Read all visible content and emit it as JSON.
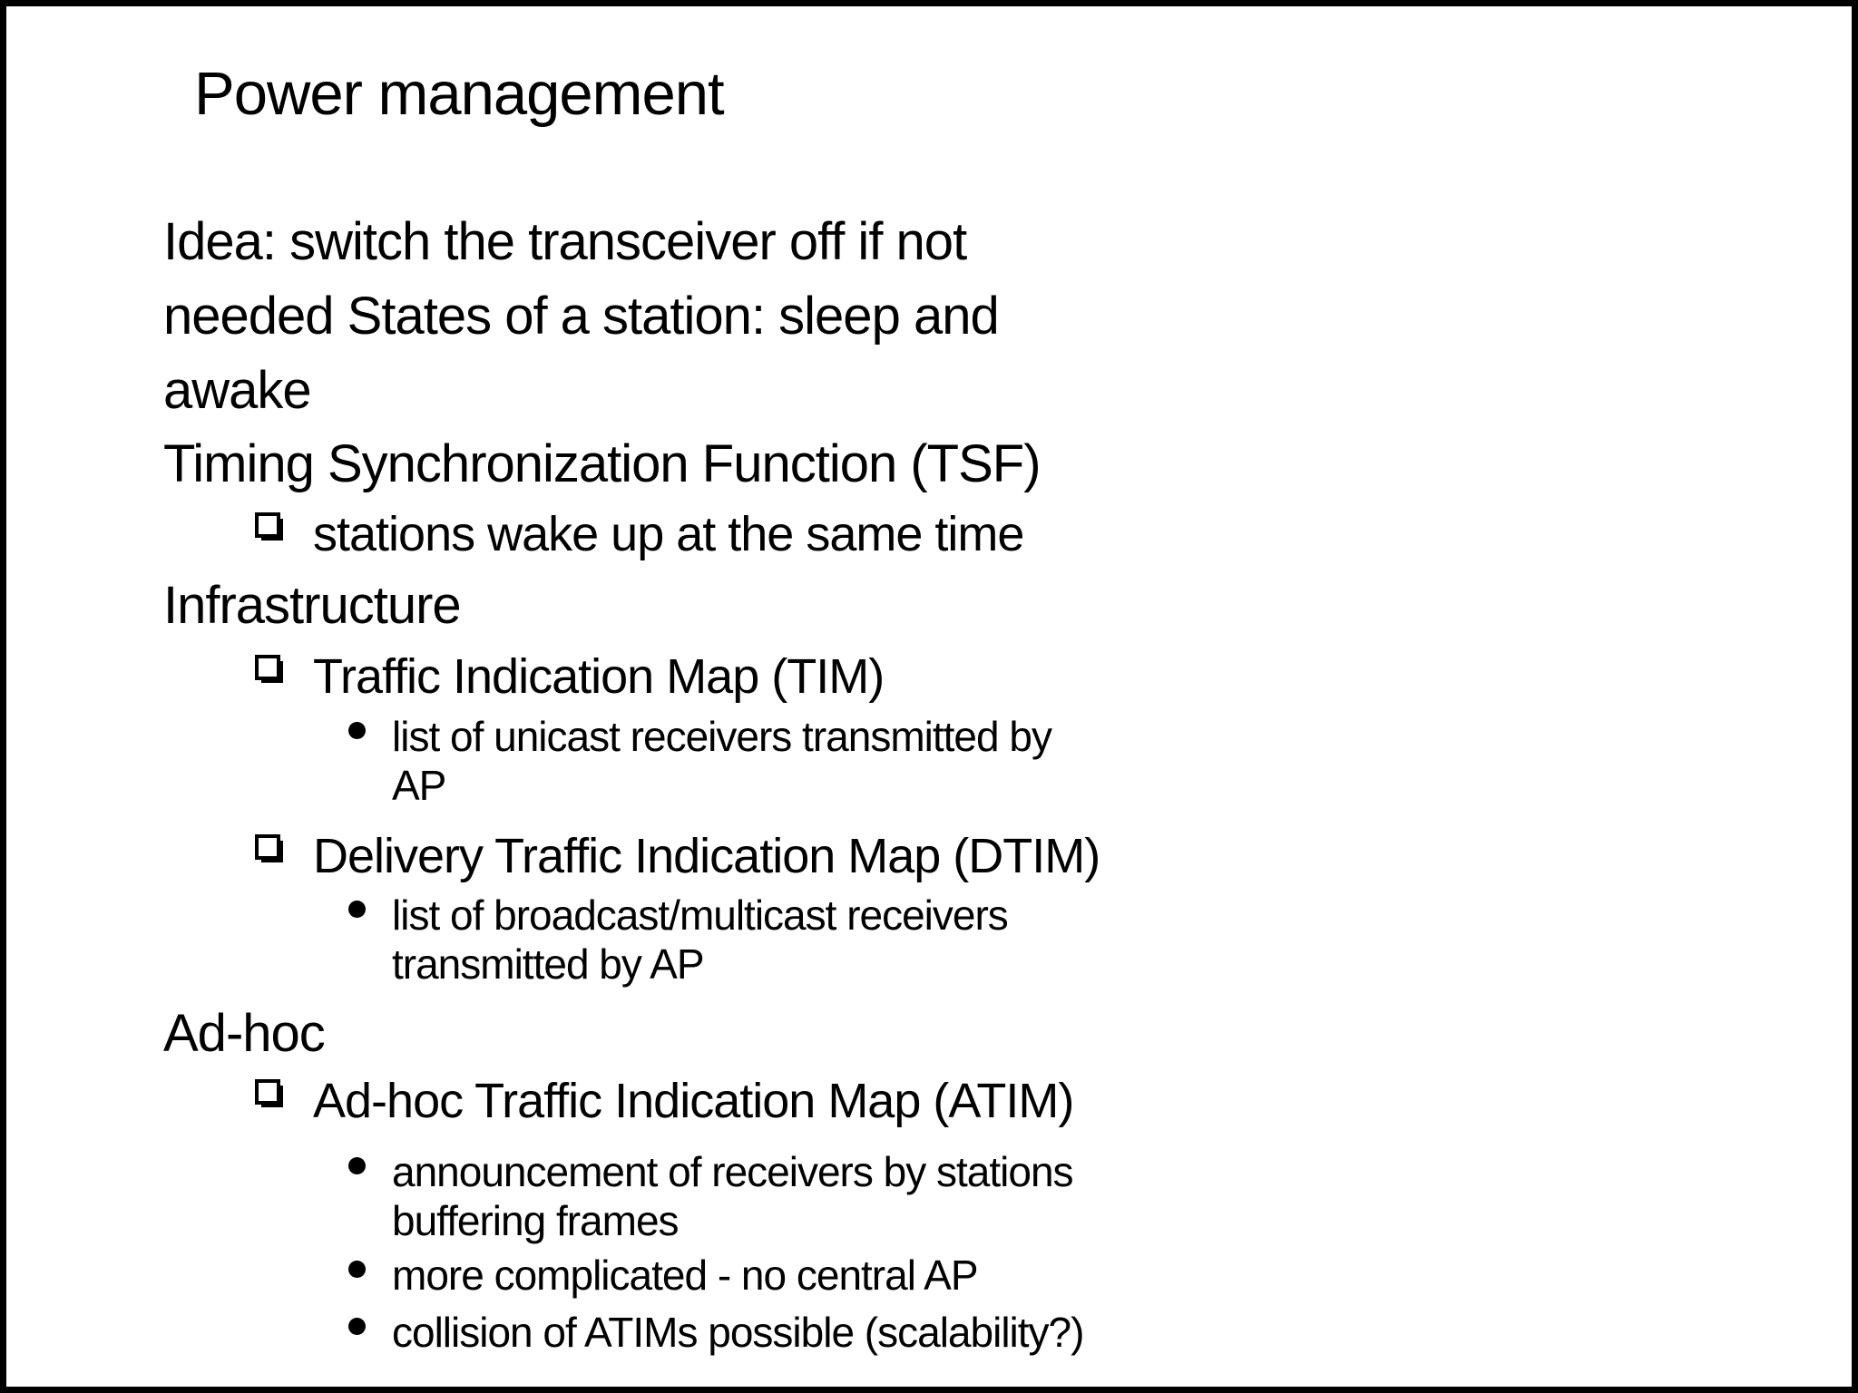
{
  "slide": {
    "background_color": "#ffffff",
    "border_color": "#000000",
    "text_color": "#000000",
    "title": "Power management",
    "content": [
      {
        "level": 1,
        "marker": "none",
        "lines": [
          "Idea: switch the transceiver off if not",
          "needed States of a station: sleep and",
          "awake"
        ]
      },
      {
        "level": 1,
        "marker": "none",
        "lines": [
          "Timing Synchronization Function (TSF)"
        ]
      },
      {
        "level": 2,
        "marker": "square",
        "lines": [
          "stations wake up at the same time"
        ]
      },
      {
        "level": 1,
        "marker": "none",
        "lines": [
          "Infrastructure"
        ]
      },
      {
        "level": 2,
        "marker": "square",
        "lines": [
          "Traffic Indication Map (TIM)"
        ]
      },
      {
        "level": 3,
        "marker": "disc",
        "lines": [
          "list of unicast receivers transmitted by",
          "AP"
        ]
      },
      {
        "level": 2,
        "marker": "square",
        "lines": [
          "Delivery Traffic Indication Map (DTIM)"
        ]
      },
      {
        "level": 3,
        "marker": "disc",
        "lines": [
          "list of broadcast/multicast receivers",
          "transmitted by AP"
        ]
      },
      {
        "level": 1,
        "marker": "none",
        "lines": [
          "Ad-hoc"
        ]
      },
      {
        "level": 2,
        "marker": "square",
        "lines": [
          "Ad-hoc Traffic Indication Map (ATIM)"
        ]
      },
      {
        "level": 3,
        "marker": "disc",
        "lines": [
          "announcement of receivers by stations",
          "buffering frames"
        ]
      },
      {
        "level": 3,
        "marker": "disc",
        "lines": [
          "more complicated - no central AP"
        ]
      },
      {
        "level": 3,
        "marker": "disc",
        "lines": [
          "collision of ATIMs possible (scalability?)"
        ]
      }
    ]
  }
}
